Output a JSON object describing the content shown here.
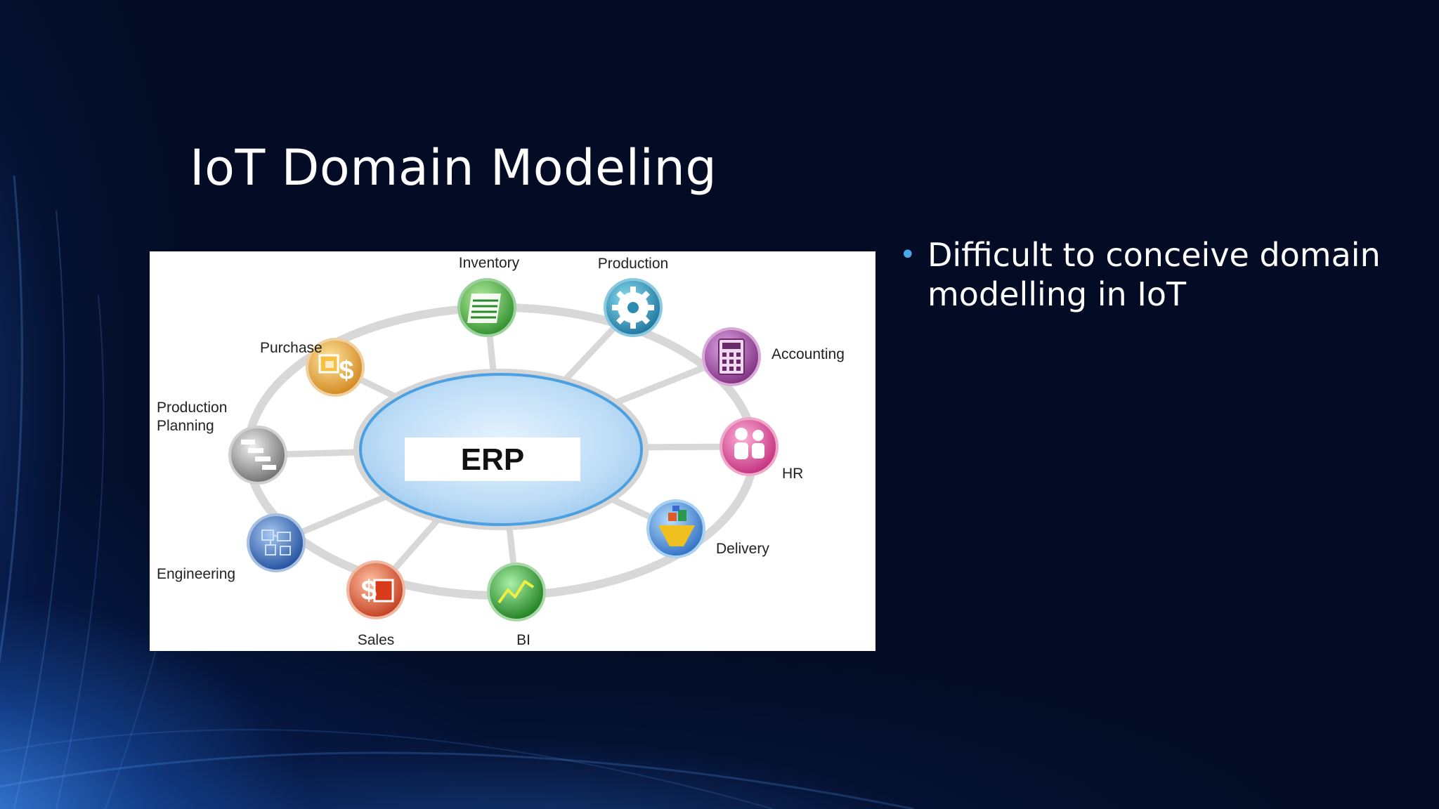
{
  "slide": {
    "title": "IoT Domain Modeling",
    "bullets": [
      {
        "text": "Difficult to conceive domain modelling in IoT"
      }
    ]
  },
  "diagram": {
    "hub": {
      "label": "ERP"
    },
    "nodes": {
      "inventory": {
        "label": "Inventory",
        "icon": "inventory-sheet-icon",
        "color": "#3a9a3a"
      },
      "production": {
        "label": "Production",
        "icon": "gear-icon",
        "color": "#1e8fb0"
      },
      "accounting": {
        "label": "Accounting",
        "icon": "calculator-icon",
        "color": "#9a3c9a"
      },
      "hr": {
        "label": "HR",
        "icon": "people-icon",
        "color": "#d63c8c"
      },
      "delivery": {
        "label": "Delivery",
        "icon": "delivery-ship-icon",
        "color": "#3c8ad6"
      },
      "bi": {
        "label": "BI",
        "icon": "trend-chart-icon",
        "color": "#2a9a2a"
      },
      "sales": {
        "label": "Sales",
        "icon": "dollar-box-icon",
        "color": "#d64a1e"
      },
      "engineering": {
        "label": "Engineering",
        "icon": "blueprint-icon",
        "color": "#2a64b0"
      },
      "production_planning": {
        "label": "Production\nPlanning",
        "label_lines": [
          "Production",
          "Planning"
        ],
        "icon": "gantt-steps-icon",
        "color": "#8a8a8a"
      },
      "purchase": {
        "label": "Purchase",
        "icon": "cart-dollar-icon",
        "color": "#e69a1e"
      }
    }
  }
}
